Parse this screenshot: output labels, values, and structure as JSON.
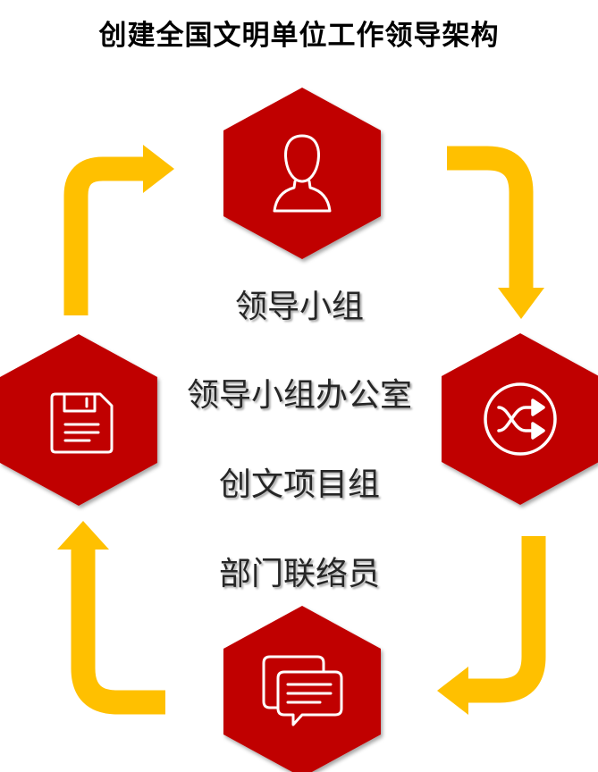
{
  "title": "创建全国文明单位工作领导架构",
  "levels": [
    "领导小组",
    "领导小组办公室",
    "创文项目组",
    "部门联络员"
  ],
  "colors": {
    "hexagon": "#C00000",
    "arrow": "#FFC000",
    "icon_stroke": "#FFFFFF",
    "text": "#262626"
  },
  "icons": [
    "person-icon",
    "shuffle-play-icon",
    "chat-bubbles-icon",
    "floppy-disk-icon"
  ]
}
